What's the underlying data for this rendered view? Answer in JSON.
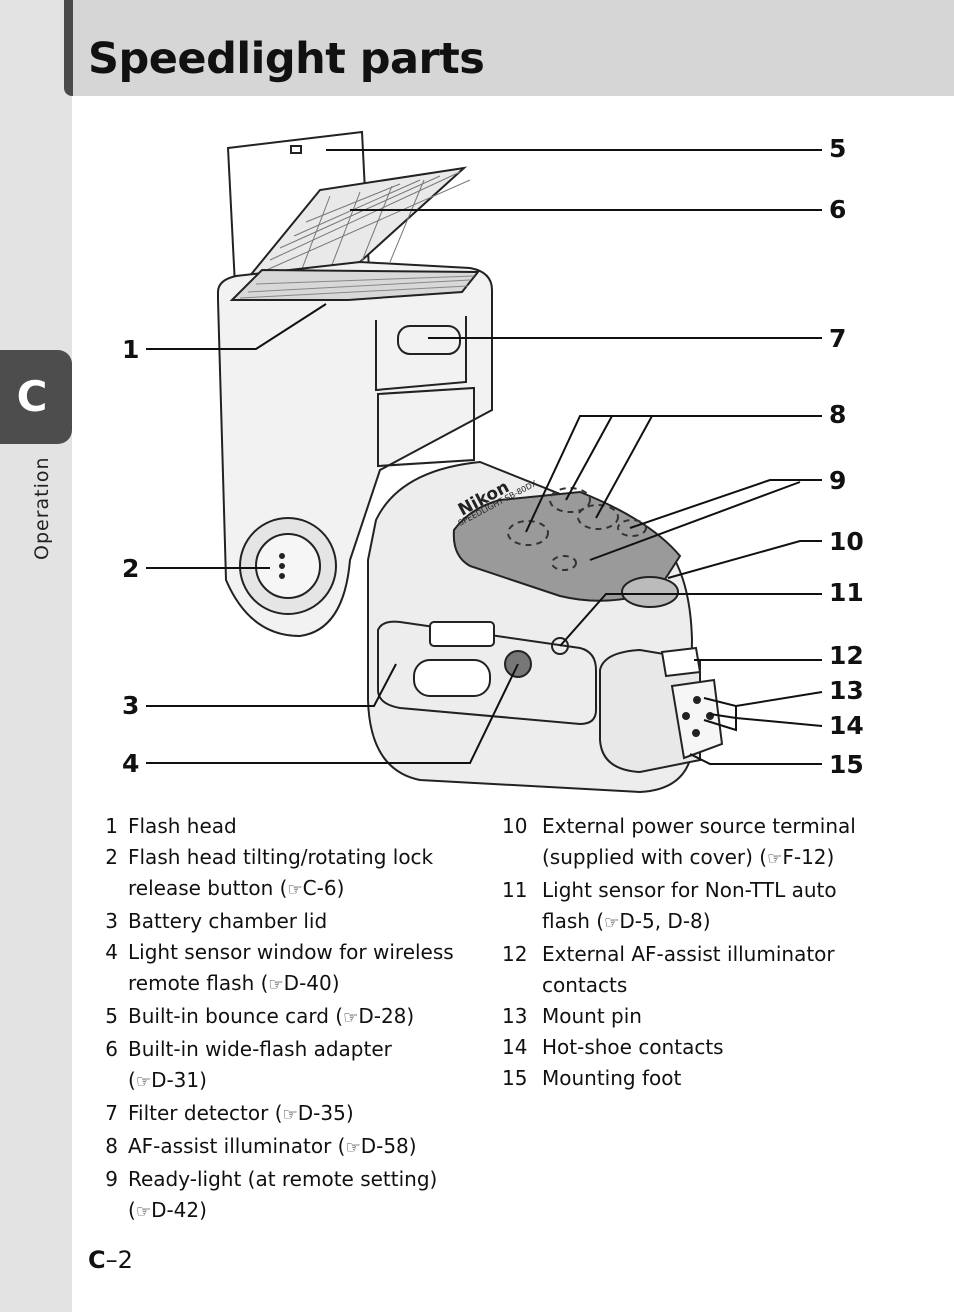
{
  "page": {
    "title": "Speedlight parts",
    "tab_letter": "C",
    "section_label": "Operation",
    "page_number": {
      "chapter": "C",
      "number": "–2"
    }
  },
  "diagram": {
    "brand_text": "Nikon",
    "model_text": "SPEEDLIGHT SB-80DX",
    "callouts": [
      "1",
      "2",
      "3",
      "4",
      "5",
      "6",
      "7",
      "8",
      "9",
      "10",
      "11",
      "12",
      "13",
      "14",
      "15"
    ]
  },
  "legend": {
    "ref_icon": "reference-hand-icon",
    "column1": [
      {
        "num": "1",
        "line1": "Flash head"
      },
      {
        "num": "2",
        "line1": "Flash head tilting/rotating lock",
        "line2_pre": "release button (",
        "ref": "C-6",
        "line2_post": ")"
      },
      {
        "num": "3",
        "line1": "Battery chamber lid"
      },
      {
        "num": "4",
        "line1": "Light sensor window for wireless",
        "line2_pre": "remote flash (",
        "ref": "D-40",
        "line2_post": ")"
      },
      {
        "num": "5",
        "line1_pre": "Built-in bounce card (",
        "ref": "D-28",
        "line1_post": ")"
      },
      {
        "num": "6",
        "line1": "Built-in wide-flash adapter",
        "line2_pre": "(",
        "ref": "D-31",
        "line2_post": ")"
      },
      {
        "num": "7",
        "line1_pre": "Filter detector (",
        "ref": "D-35",
        "line1_post": ")"
      },
      {
        "num": "8",
        "line1_pre": "AF-assist illuminator (",
        "ref": "D-58",
        "line1_post": ")"
      },
      {
        "num": "9",
        "line1": "Ready-light (at remote setting)",
        "line2_pre": "(",
        "ref": "D-42",
        "line2_post": ")"
      }
    ],
    "column2": [
      {
        "num": "10",
        "line1": "External power source terminal",
        "line2_pre": "(supplied with cover) (",
        "ref": "F-12",
        "line2_post": ")"
      },
      {
        "num": "11",
        "line1": "Light sensor for Non-TTL auto",
        "line2_pre": "flash (",
        "ref": "D-5, D-8",
        "line2_post": ")"
      },
      {
        "num": "12",
        "line1": "External AF-assist illuminator",
        "line2": "contacts"
      },
      {
        "num": "13",
        "line1": "Mount pin"
      },
      {
        "num": "14",
        "line1": "Hot-shoe contacts"
      },
      {
        "num": "15",
        "line1": "Mounting foot"
      }
    ]
  },
  "colors": {
    "header_band": "#d6d6d6",
    "side_strip": "#e3e3e3",
    "tab": "#4d4d4d"
  }
}
